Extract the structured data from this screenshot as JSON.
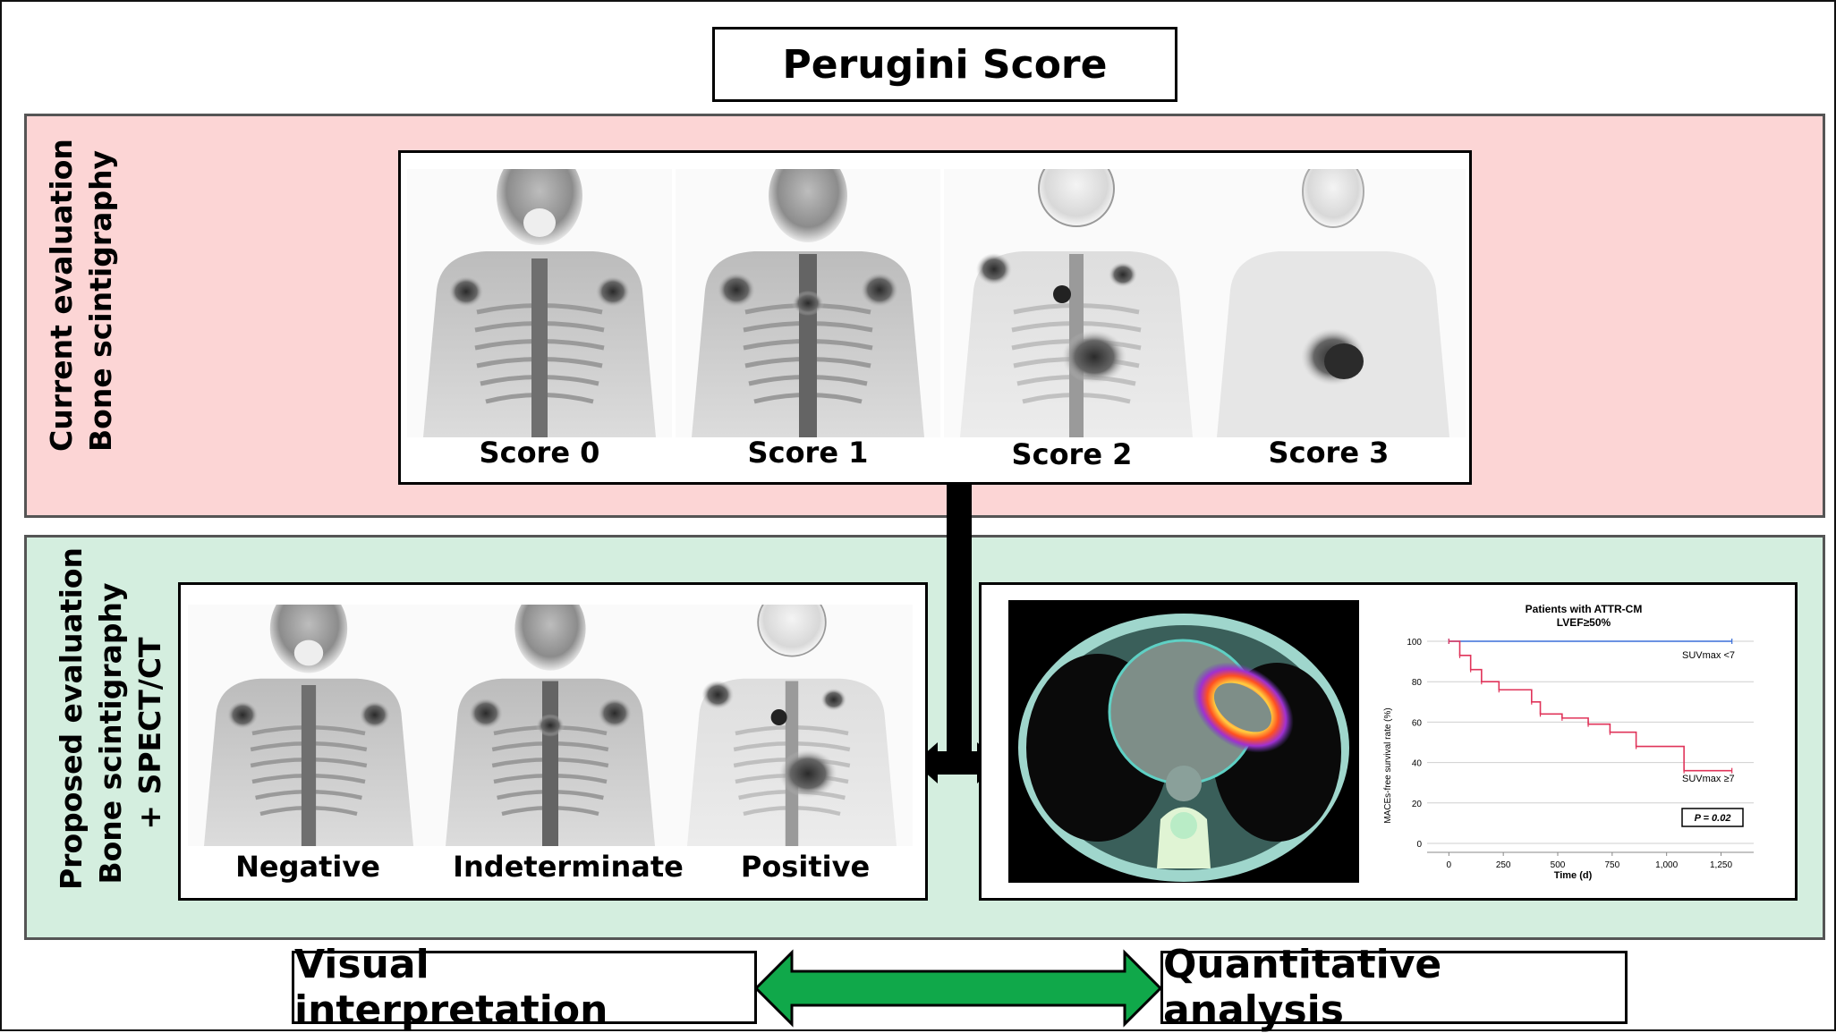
{
  "title": "Perugini Score",
  "current": {
    "label_line1": "Current evaluation",
    "label_line2": "Bone scintigraphy",
    "captions": [
      "Score 0",
      "Score 1",
      "Score 2",
      "Score 3"
    ]
  },
  "proposed": {
    "label_line1": "Proposed evaluation",
    "label_line2": "Bone scintigraphy",
    "label_line3": "+ SPECT/CT",
    "captions": [
      "Negative",
      "Indeterminate",
      "Positive"
    ]
  },
  "km_chart": {
    "title_line1": "Patients with ATTR-CM",
    "title_line2": "LVEF≥50%",
    "ylabel": "MACEs-free survival rate (%)",
    "xlabel": "Time (d)",
    "y_ticks": [
      "0",
      "20",
      "40",
      "60",
      "80",
      "100"
    ],
    "x_ticks": [
      "0",
      "250",
      "500",
      "750",
      "1,000",
      "1,250"
    ],
    "series_low_label": "SUVmax <7",
    "series_high_label": "SUVmax ≥7",
    "p_value": "P = 0.02"
  },
  "chart_data": {
    "type": "line",
    "title": "Patients with ATTR-CM LVEF≥50%",
    "xlabel": "Time (d)",
    "ylabel": "MACEs-free survival rate (%)",
    "xlim": [
      -100,
      1400
    ],
    "ylim": [
      0,
      100
    ],
    "series": [
      {
        "name": "SUVmax <7",
        "color": "#3a6fd8",
        "x": [
          0,
          1300
        ],
        "y": [
          100,
          100
        ]
      },
      {
        "name": "SUVmax ≥7",
        "color": "#e0345a",
        "x": [
          0,
          50,
          100,
          150,
          230,
          380,
          420,
          520,
          640,
          740,
          860,
          1080,
          1300
        ],
        "y": [
          100,
          93,
          86,
          80,
          76,
          70,
          64,
          62,
          59,
          55,
          48,
          36,
          36
        ]
      }
    ],
    "annotations": [
      "P = 0.02"
    ]
  },
  "bottom": {
    "left": "Visual interpretation",
    "right": "Quantitative analysis"
  },
  "colors": {
    "top_band": "#fcd5d5",
    "bottom_band": "#d4eedf",
    "arrow_green": "#10a84a",
    "series_low": "#3a6fd8",
    "series_high": "#e0345a"
  }
}
